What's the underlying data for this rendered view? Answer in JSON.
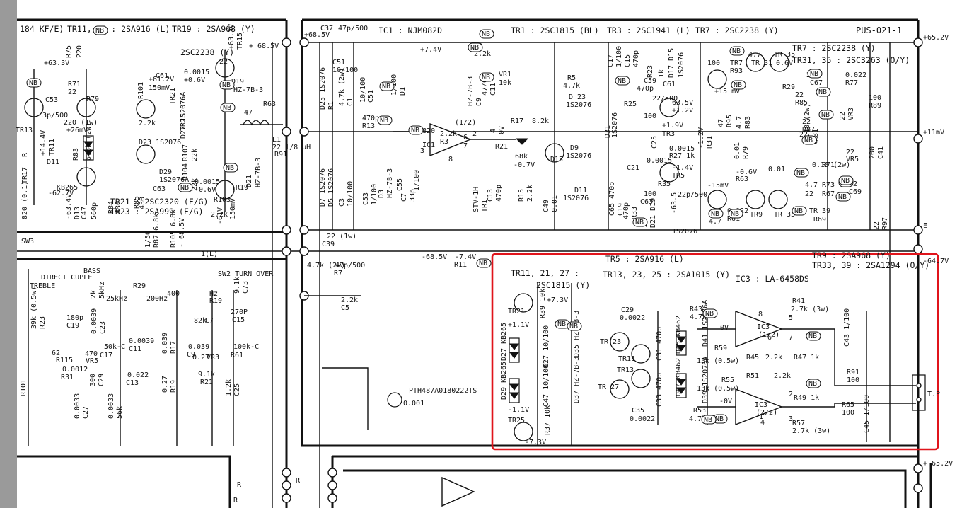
{
  "sheet": {
    "board_id": "PUS-021-1",
    "rail_pos": "+65.2V",
    "rail_pos_bottom": "+ 65.2V",
    "rail_neg": "-64.7V",
    "out_mid": "+11mV",
    "out_e": "E",
    "tp_label": "T.P"
  },
  "headers": [
    {
      "text": "184 KF/E)"
    },
    {
      "text": "TR11, 13 : 2SA916 (L)"
    },
    {
      "text": "TR19 : 2SA968 (Y)"
    },
    {
      "text": "IC1 : NJM082D"
    },
    {
      "text": "TR1 : 2SC1815 (BL)"
    },
    {
      "text": "TR3 : 2SC1941 (L)"
    },
    {
      "text": "TR7 : 2SC2238 (Y)"
    },
    {
      "text": "TR7 : 2SC2238 (Y)"
    },
    {
      "text": "TR31, 35 : 2SC3263 (O/Y)"
    },
    {
      "text": "2SC2238 (Y)"
    },
    {
      "text": "TR21 : 2SC2320 (F/G)"
    },
    {
      "text": "TR23 : 2SA999 (F/G)"
    }
  ],
  "highlight": {
    "color": "#e0141b",
    "headers": [
      {
        "text": "TR5 : 2SA916 (L)"
      },
      {
        "text": "TR9 : 2SA968 (Y)"
      },
      {
        "text": "TR33, 39 : 2SA1294 (O/Y)"
      },
      {
        "text": "TR11, 21, 27 :"
      },
      {
        "text": "2SC1815 (Y)"
      },
      {
        "text": "TR13, 23, 25 : 2SA1015 (Y)"
      },
      {
        "text": "IC3 : LA-6458DS"
      }
    ],
    "labels": [
      {
        "text": "TR21"
      },
      {
        "text": "+1.1V"
      },
      {
        "text": "+7.3V"
      },
      {
        "text": "R39 10k"
      },
      {
        "text": "D27 KB265"
      },
      {
        "text": "D29 KB265"
      },
      {
        "text": "C27 10/100"
      },
      {
        "text": "C47 10/100"
      },
      {
        "text": "D35 HZ-7B-3"
      },
      {
        "text": "D37 HZ-7B-3"
      },
      {
        "text": "-1.1V"
      },
      {
        "text": "TR25"
      },
      {
        "text": "R37 10k"
      },
      {
        "text": "-7.3V"
      },
      {
        "text": "C29"
      },
      {
        "text": "0.0022"
      },
      {
        "text": "C35"
      },
      {
        "text": "0.0022"
      },
      {
        "text": "TR 23"
      },
      {
        "text": "TR11"
      },
      {
        "text": "TR13"
      },
      {
        "text": "TR 27"
      },
      {
        "text": "C31 470p"
      },
      {
        "text": "C33 470p"
      },
      {
        "text": "D45 KB462"
      },
      {
        "text": "D47 KB462"
      },
      {
        "text": "D41 1S2076A"
      },
      {
        "text": "D39 1S2076A"
      },
      {
        "text": "R43"
      },
      {
        "text": "4.7k"
      },
      {
        "text": "R59"
      },
      {
        "text": "13k (0.5w)"
      },
      {
        "text": "R55"
      },
      {
        "text": "13k (0.5w)"
      },
      {
        "text": "R53"
      },
      {
        "text": "4.7k"
      },
      {
        "text": "0V"
      },
      {
        "text": "-0V"
      },
      {
        "text": "IC3"
      },
      {
        "text": "(1/2)"
      },
      {
        "text": "IC3"
      },
      {
        "text": "(2/2)"
      },
      {
        "text": "R41"
      },
      {
        "text": "2.7k (3w)"
      },
      {
        "text": "R45"
      },
      {
        "text": "2.2k"
      },
      {
        "text": "R51"
      },
      {
        "text": "2.2k"
      },
      {
        "text": "R47 1k"
      },
      {
        "text": "R49 1k"
      },
      {
        "text": "R57"
      },
      {
        "text": "2.7k (3w)"
      },
      {
        "text": "C43 1/100"
      },
      {
        "text": "C45 1/100"
      },
      {
        "text": "R91"
      },
      {
        "text": "100"
      },
      {
        "text": "R65"
      },
      {
        "text": "100"
      },
      {
        "text": "8"
      },
      {
        "text": "5"
      },
      {
        "text": "6"
      },
      {
        "text": "7"
      },
      {
        "text": "3"
      },
      {
        "text": "2"
      },
      {
        "text": "1"
      },
      {
        "text": "4"
      }
    ]
  },
  "labels": [
    {
      "text": "+68.5V"
    },
    {
      "text": "C37"
    },
    {
      "text": "47p/500"
    },
    {
      "text": "+7.4V"
    },
    {
      "text": "R9"
    },
    {
      "text": "2.2k"
    },
    {
      "text": "VR1"
    },
    {
      "text": "10k"
    },
    {
      "text": "+ 68.5V"
    },
    {
      "text": "+63.3V"
    },
    {
      "text": "R75"
    },
    {
      "text": "220"
    },
    {
      "text": "R71"
    },
    {
      "text": "22"
    },
    {
      "text": "R79"
    },
    {
      "text": "22"
    },
    {
      "text": "+63.3V"
    },
    {
      "text": "TR15"
    },
    {
      "text": "D19"
    },
    {
      "text": "HZ-7B-3"
    },
    {
      "text": "+61.2V"
    },
    {
      "text": "150mV"
    },
    {
      "text": "C61"
    },
    {
      "text": "0.0015"
    },
    {
      "text": "+0.6V"
    },
    {
      "text": "R101"
    },
    {
      "text": "2.2k"
    },
    {
      "text": "D23 1S2076"
    },
    {
      "text": "TR21"
    },
    {
      "text": "TR23"
    },
    {
      "text": "D27 1S2076A"
    },
    {
      "text": "R107"
    },
    {
      "text": "22k"
    },
    {
      "text": "R104"
    },
    {
      "text": "22k"
    },
    {
      "text": "D29"
    },
    {
      "text": "1S2076A"
    },
    {
      "text": "C63"
    },
    {
      "text": "0.0015"
    },
    {
      "text": "-0.6V"
    },
    {
      "text": "R103"
    },
    {
      "text": "2.2k"
    },
    {
      "text": "TR19"
    },
    {
      "text": "-61V"
    },
    {
      "text": "150mV"
    },
    {
      "text": "D21"
    },
    {
      "text": "HZ-7B-3"
    },
    {
      "text": "R63"
    },
    {
      "text": "47"
    },
    {
      "text": "L1"
    },
    {
      "text": "22 1/8 uH"
    },
    {
      "text": "R91"
    },
    {
      "text": "220 (1w)"
    },
    {
      "text": "+26mV"
    },
    {
      "text": "C53"
    },
    {
      "text": "3p/500"
    },
    {
      "text": "TR13"
    },
    {
      "text": "+14.4V"
    },
    {
      "text": "TR11"
    },
    {
      "text": "R83"
    },
    {
      "text": "6.8k (2w)"
    },
    {
      "text": "D11"
    },
    {
      "text": "KB265"
    },
    {
      "text": "-62.7V"
    },
    {
      "text": "TR17"
    },
    {
      "text": "-63.4V"
    },
    {
      "text": "D13"
    },
    {
      "text": "C47"
    },
    {
      "text": "560p"
    },
    {
      "text": "R84"
    },
    {
      "text": "430"
    },
    {
      "text": "R85"
    },
    {
      "text": "430"
    },
    {
      "text": "C51"
    },
    {
      "text": "10/100"
    },
    {
      "text": "D25 1S2076"
    },
    {
      "text": "R1"
    },
    {
      "text": "4.7k (2w)"
    },
    {
      "text": "C1"
    },
    {
      "text": "10/100"
    },
    {
      "text": "C51"
    },
    {
      "text": "1/100"
    },
    {
      "text": "D1"
    },
    {
      "text": "HZ-7B-3"
    },
    {
      "text": "C9"
    },
    {
      "text": "47/63"
    },
    {
      "text": "C11"
    },
    {
      "text": "470p"
    },
    {
      "text": "R13"
    },
    {
      "text": "2.2k"
    },
    {
      "text": "R3"
    },
    {
      "text": "820"
    },
    {
      "text": "IC1"
    },
    {
      "text": "(1/2)"
    },
    {
      "text": "2"
    },
    {
      "text": "3"
    },
    {
      "text": "8"
    },
    {
      "text": "7"
    },
    {
      "text": "6"
    },
    {
      "text": "4"
    },
    {
      "text": "0V"
    },
    {
      "text": "R17"
    },
    {
      "text": "8.2k"
    },
    {
      "text": "R21"
    },
    {
      "text": "68k"
    },
    {
      "text": "-0.7V"
    },
    {
      "text": "D13"
    },
    {
      "text": "STV-1H"
    },
    {
      "text": "TR1"
    },
    {
      "text": "C13"
    },
    {
      "text": "470p"
    },
    {
      "text": "R15"
    },
    {
      "text": "2.2k"
    },
    {
      "text": "C49"
    },
    {
      "text": "0.01"
    },
    {
      "text": "C55"
    },
    {
      "text": "1/100"
    },
    {
      "text": "D7 1S2076"
    },
    {
      "text": "D5 1S2076"
    },
    {
      "text": "C3"
    },
    {
      "text": "10/100"
    },
    {
      "text": "C53"
    },
    {
      "text": "1/100"
    },
    {
      "text": "D3"
    },
    {
      "text": "HZ-7B-3"
    },
    {
      "text": "C7"
    },
    {
      "text": "33p"
    },
    {
      "text": "R5"
    },
    {
      "text": "4.7k"
    },
    {
      "text": "D 23"
    },
    {
      "text": "1S2076"
    },
    {
      "text": "D9"
    },
    {
      "text": "1S2076"
    },
    {
      "text": "D11"
    },
    {
      "text": "1S2076"
    },
    {
      "text": "D31"
    },
    {
      "text": "1S2076"
    },
    {
      "text": "C17"
    },
    {
      "text": "1/100"
    },
    {
      "text": "C15"
    },
    {
      "text": "470p"
    },
    {
      "text": "R23"
    },
    {
      "text": "1k"
    },
    {
      "text": "D17 D15"
    },
    {
      "text": "1S2076"
    },
    {
      "text": "C59"
    },
    {
      "text": "470p"
    },
    {
      "text": "C61"
    },
    {
      "text": "22/500"
    },
    {
      "text": "63.5V"
    },
    {
      "text": "+1.2V"
    },
    {
      "text": "R25"
    },
    {
      "text": "100"
    },
    {
      "text": "+1.9V"
    },
    {
      "text": "TR3"
    },
    {
      "text": "C25"
    },
    {
      "text": "0.0015"
    },
    {
      "text": "R27 1k"
    },
    {
      "text": "C21"
    },
    {
      "text": "0.0015"
    },
    {
      "text": "-1.4V"
    },
    {
      "text": "TR5"
    },
    {
      "text": "R35"
    },
    {
      "text": "100"
    },
    {
      "text": "C63"
    },
    {
      "text": "22p/500"
    },
    {
      "text": "-63.5"
    },
    {
      "text": "C65 470p"
    },
    {
      "text": "C19"
    },
    {
      "text": "470p"
    },
    {
      "text": "R33"
    },
    {
      "text": "1k"
    },
    {
      "text": "D21 D19"
    },
    {
      "text": "1S2076"
    },
    {
      "text": "-1.2V"
    },
    {
      "text": "R31"
    },
    {
      "text": "100"
    },
    {
      "text": "TR7"
    },
    {
      "text": "R93"
    },
    {
      "text": "4.7"
    },
    {
      "text": "TR 31"
    },
    {
      "text": "TR 35"
    },
    {
      "text": "0.6V"
    },
    {
      "text": "+15 mV"
    },
    {
      "text": "R29"
    },
    {
      "text": "47"
    },
    {
      "text": "R95"
    },
    {
      "text": "4.7"
    },
    {
      "text": "R83"
    },
    {
      "text": "22"
    },
    {
      "text": "R85"
    },
    {
      "text": "22"
    },
    {
      "text": "C67"
    },
    {
      "text": "0.022"
    },
    {
      "text": "R77"
    },
    {
      "text": "22"
    },
    {
      "text": "VR3"
    },
    {
      "text": "100"
    },
    {
      "text": "R89"
    },
    {
      "text": "22"
    },
    {
      "text": "R87"
    },
    {
      "text": "22"
    },
    {
      "text": "C23"
    },
    {
      "text": "0.01"
    },
    {
      "text": "R79"
    },
    {
      "text": "0.18 (2w)"
    },
    {
      "text": "R81"
    },
    {
      "text": "0.18 (2w)"
    },
    {
      "text": "R71"
    },
    {
      "text": "22"
    },
    {
      "text": "VR5"
    },
    {
      "text": "200"
    },
    {
      "text": "C41"
    },
    {
      "text": "0.01"
    },
    {
      "text": "-15mV"
    },
    {
      "text": "-0.6V"
    },
    {
      "text": "R63"
    },
    {
      "text": "4.7"
    },
    {
      "text": "R73"
    },
    {
      "text": "22"
    },
    {
      "text": "R67"
    },
    {
      "text": "22"
    },
    {
      "text": "C69"
    },
    {
      "text": "0.022"
    },
    {
      "text": "R61"
    },
    {
      "text": "4.7"
    },
    {
      "text": "TR9"
    },
    {
      "text": "TR 33"
    },
    {
      "text": "TR 39"
    },
    {
      "text": "R69"
    },
    {
      "text": "22"
    },
    {
      "text": "R97"
    },
    {
      "text": "22 (1w)"
    },
    {
      "text": "C39"
    },
    {
      "text": "47p/500"
    },
    {
      "text": "R7"
    },
    {
      "text": "4.7k (2w)"
    },
    {
      "text": "-68.5V"
    },
    {
      "text": "-7.4V"
    },
    {
      "text": "R11"
    },
    {
      "text": "2.2k"
    },
    {
      "text": "C5"
    },
    {
      "text": "1/50"
    },
    {
      "text": "R87 6.8k"
    },
    {
      "text": "R105 6.8k"
    },
    {
      "text": "- 68.5V"
    },
    {
      "text": "1(L)"
    },
    {
      "text": "SW3"
    },
    {
      "text": "DIRECT CUPLE"
    },
    {
      "text": "TREBLE"
    },
    {
      "text": "BASS"
    },
    {
      "text": "SW2 TURN OVER"
    },
    {
      "text": "R29"
    },
    {
      "text": "2k"
    },
    {
      "text": "5kHz"
    },
    {
      "text": "25kHz"
    },
    {
      "text": "200Hz"
    },
    {
      "text": "400"
    },
    {
      "text": "Hz"
    },
    {
      "text": "R19"
    },
    {
      "text": "9.1k"
    },
    {
      "text": "C73"
    },
    {
      "text": "270P"
    },
    {
      "text": "C15"
    },
    {
      "text": "180p"
    },
    {
      "text": "C19"
    },
    {
      "text": "0.0039"
    },
    {
      "text": "C23"
    },
    {
      "text": "0.0039"
    },
    {
      "text": "C11"
    },
    {
      "text": "0.039"
    },
    {
      "text": "R17"
    },
    {
      "text": "82k"
    },
    {
      "text": "C7"
    },
    {
      "text": "0.039"
    },
    {
      "text": "C9"
    },
    {
      "text": "0.27"
    },
    {
      "text": "VR3"
    },
    {
      "text": "100k-C"
    },
    {
      "text": "R61"
    },
    {
      "text": "39k (0.5w)"
    },
    {
      "text": "R23"
    },
    {
      "text": "62"
    },
    {
      "text": "R115"
    },
    {
      "text": "470"
    },
    {
      "text": "VR5"
    },
    {
      "text": "50k-C"
    },
    {
      "text": "C17"
    },
    {
      "text": "0.0012"
    },
    {
      "text": "R31"
    },
    {
      "text": "300"
    },
    {
      "text": "C29"
    },
    {
      "text": "0.022"
    },
    {
      "text": "C13"
    },
    {
      "text": "0.27"
    },
    {
      "text": "R19"
    },
    {
      "text": "9.1k"
    },
    {
      "text": "R21"
    },
    {
      "text": "1.2k"
    },
    {
      "text": "C25"
    },
    {
      "text": "0.0033"
    },
    {
      "text": "C27"
    },
    {
      "text": "0.0033"
    },
    {
      "text": "56k"
    },
    {
      "text": "R101"
    },
    {
      "text": "PTH487A0180222TS"
    },
    {
      "text": "0.001"
    },
    {
      "text": "820 (0.1)"
    },
    {
      "text": "R"
    },
    {
      "text": "R"
    },
    {
      "text": "R"
    },
    {
      "text": "R"
    }
  ],
  "nb_tags": [
    {
      "text": "NB"
    },
    {
      "text": "NB"
    },
    {
      "text": "NB"
    },
    {
      "text": "NB"
    },
    {
      "text": "NB"
    },
    {
      "text": "NB"
    },
    {
      "text": "NB"
    },
    {
      "text": "NB"
    },
    {
      "text": "NB"
    },
    {
      "text": "NB"
    },
    {
      "text": "NB"
    },
    {
      "text": "NB"
    },
    {
      "text": "NB"
    },
    {
      "text": "NB"
    },
    {
      "text": "NB"
    },
    {
      "text": "NB"
    },
    {
      "text": "NB"
    },
    {
      "text": "NB"
    },
    {
      "text": "NB"
    },
    {
      "text": "NB"
    },
    {
      "text": "NB"
    },
    {
      "text": "NB"
    },
    {
      "text": "NB"
    },
    {
      "text": "NB"
    },
    {
      "text": "NB"
    },
    {
      "text": "NB"
    },
    {
      "text": "NB"
    },
    {
      "text": "NB"
    },
    {
      "text": "NB"
    },
    {
      "text": "NB"
    },
    {
      "text": "NB"
    },
    {
      "text": "NB"
    },
    {
      "text": "NB"
    },
    {
      "text": "NB"
    },
    {
      "text": "NB"
    }
  ]
}
